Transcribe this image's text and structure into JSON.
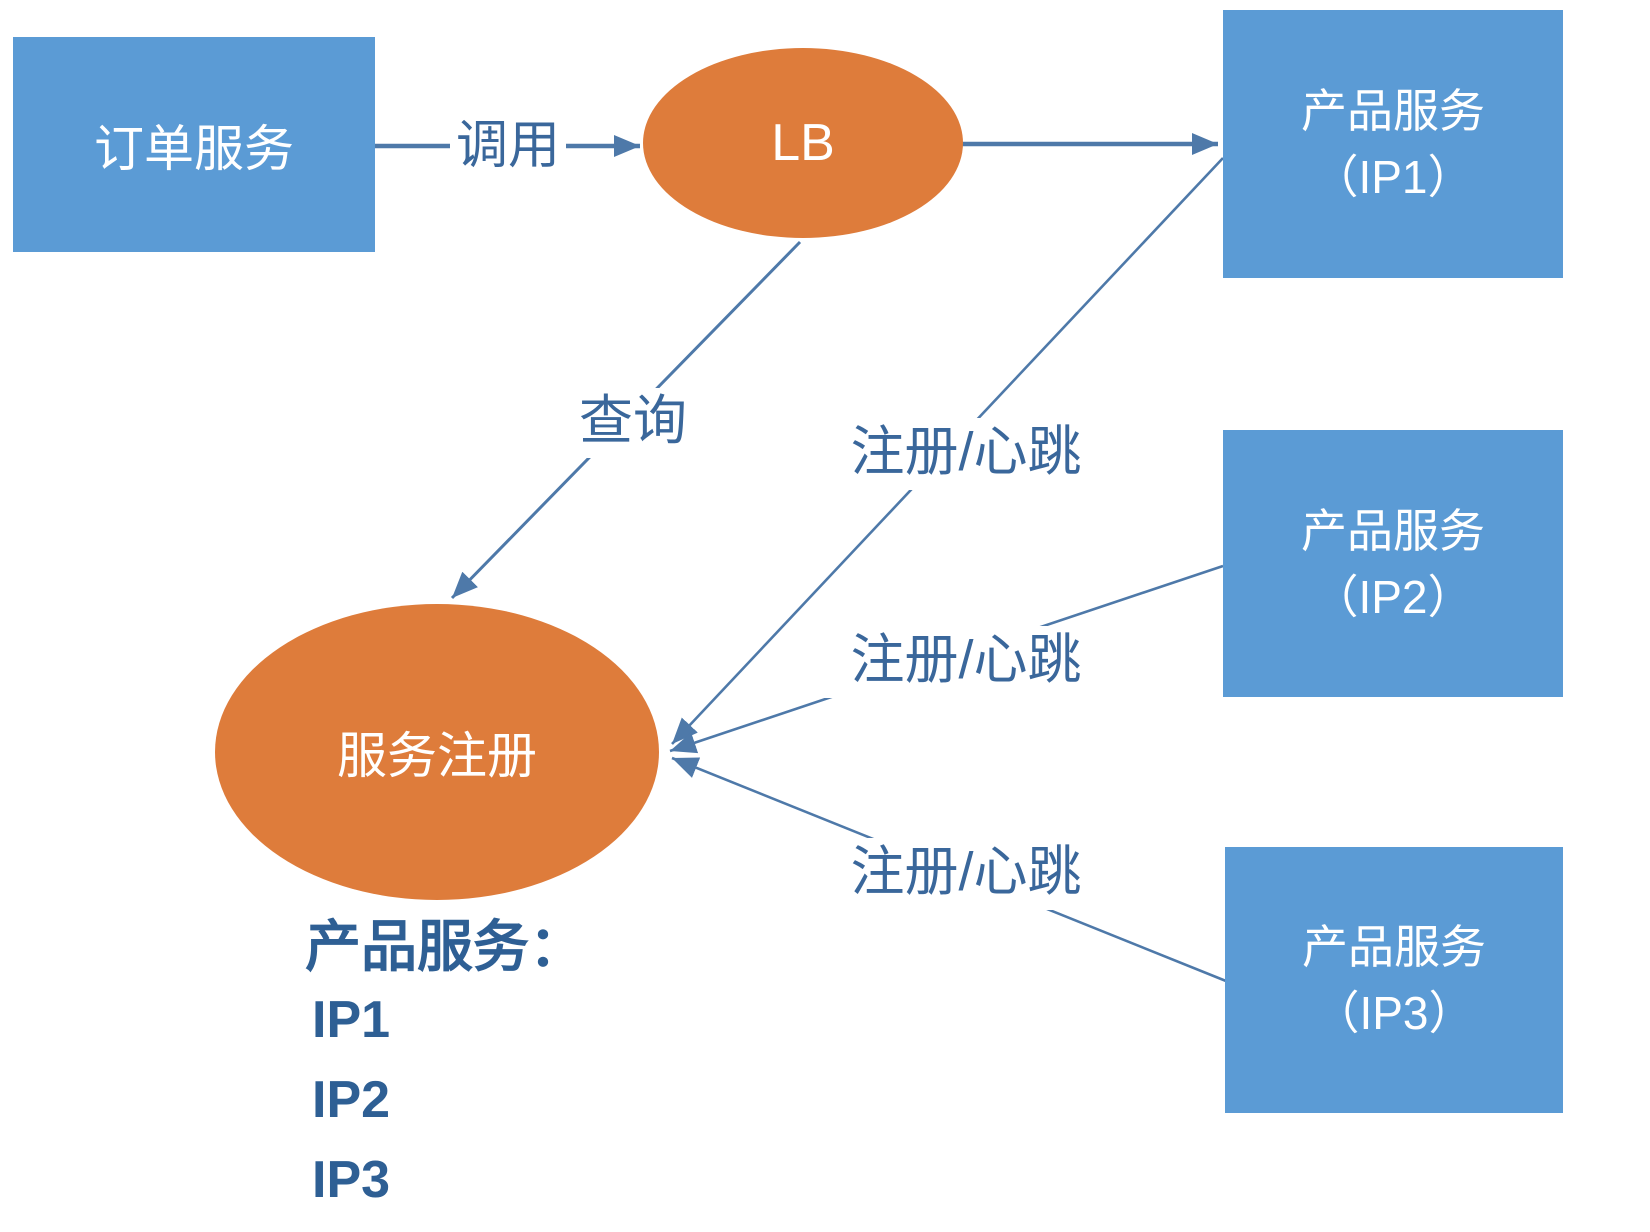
{
  "diagram": {
    "nodes": {
      "order_service": {
        "label": "订单服务"
      },
      "lb": {
        "label": "LB"
      },
      "service_registry": {
        "label": "服务注册"
      },
      "product_ip1": {
        "line1": "产品服务",
        "line2": "（IP1）"
      },
      "product_ip2": {
        "line1": "产品服务",
        "line2": "（IP2）"
      },
      "product_ip3": {
        "line1": "产品服务",
        "line2": "（IP3）"
      }
    },
    "edges": {
      "call_label": "调用",
      "query_label": "查询",
      "register_heartbeat_labels": [
        "注册/心跳",
        "注册/心跳",
        "注册/心跳"
      ]
    },
    "registry_list": {
      "title": "产品服务：",
      "items": [
        "IP1",
        "IP2",
        "IP3"
      ]
    },
    "colors": {
      "node_box_fill": "#5B9BD5",
      "node_ellipse_fill": "#DE7C3B",
      "node_text": "#FFFFFF",
      "edge_line": "#4E79A9",
      "edge_label_text": "#3A679B",
      "list_text": "#2E5F94"
    }
  }
}
